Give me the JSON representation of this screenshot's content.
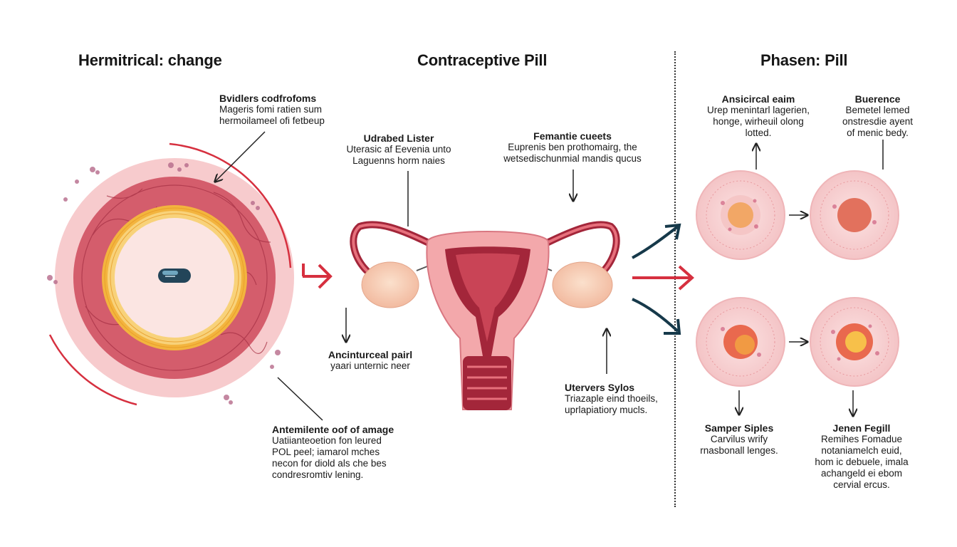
{
  "titles": {
    "left": "Hermitrical: change",
    "center": "Contraceptive Pill",
    "right": "Phasen: Pill"
  },
  "labels": {
    "top_left": {
      "heading": "Bvidlers codfrofoms",
      "lines": [
        "Mageris fomi ratien sum",
        "hermoilameel ofi fetbeup"
      ]
    },
    "uterus_left": {
      "heading": "Udrabed Lister",
      "lines": [
        "Uterasic af Eevenia unto",
        "Laguenns horm naies"
      ]
    },
    "uterus_right": {
      "heading": "Femantie cueets",
      "lines": [
        "Euprenis ben prothomairg, the",
        "wetsedischunmial mandis qucus"
      ]
    },
    "mid_lower": {
      "heading": "Ancinturceal pairl",
      "lines": [
        "yaari unternic neer"
      ]
    },
    "bottom_left": {
      "heading": "Antemilente oof of amage",
      "lines": [
        "Uatiianteoetion fon leured",
        "POL peel; iamarol mches",
        "necon for diold als che bes",
        "condresromtiv lening."
      ]
    },
    "bottom_center": {
      "heading": "Utervers Sylos",
      "lines": [
        "Triazaple eind thoeils,",
        "uprlapiatiory mucls."
      ]
    },
    "phase_tl": {
      "heading": "Ansicircal eaim",
      "lines": [
        "Urep menintarl lagerien,",
        "honge, wirheuil olong",
        "lotted."
      ]
    },
    "phase_tr": {
      "heading": "Buerence",
      "lines": [
        "Bemetel lemed",
        "onstresdie ayent",
        "of menic bedy."
      ]
    },
    "phase_bl": {
      "heading": "Samper Siples",
      "lines": [
        "Carvilus wrify",
        "rnasbonall lenges."
      ]
    },
    "phase_br": {
      "heading": "Jenen Fegill",
      "lines": [
        "Remihes Fomadue",
        "notaniamelch euid,",
        "hom ic debuele, imala",
        "achangeld ei ebom",
        "cervial ercus."
      ]
    }
  },
  "colors": {
    "accent_red": "#d6303f",
    "arrow_teal": "#16394a",
    "uterus_pink": "#f0a2a6",
    "uterus_dark": "#a3263a",
    "follicle_yellow": "#f2b64a"
  },
  "icons": [
    "pill-icon",
    "uterus-illustration",
    "follicle-cross-section",
    "ovary-cell-illustration"
  ]
}
